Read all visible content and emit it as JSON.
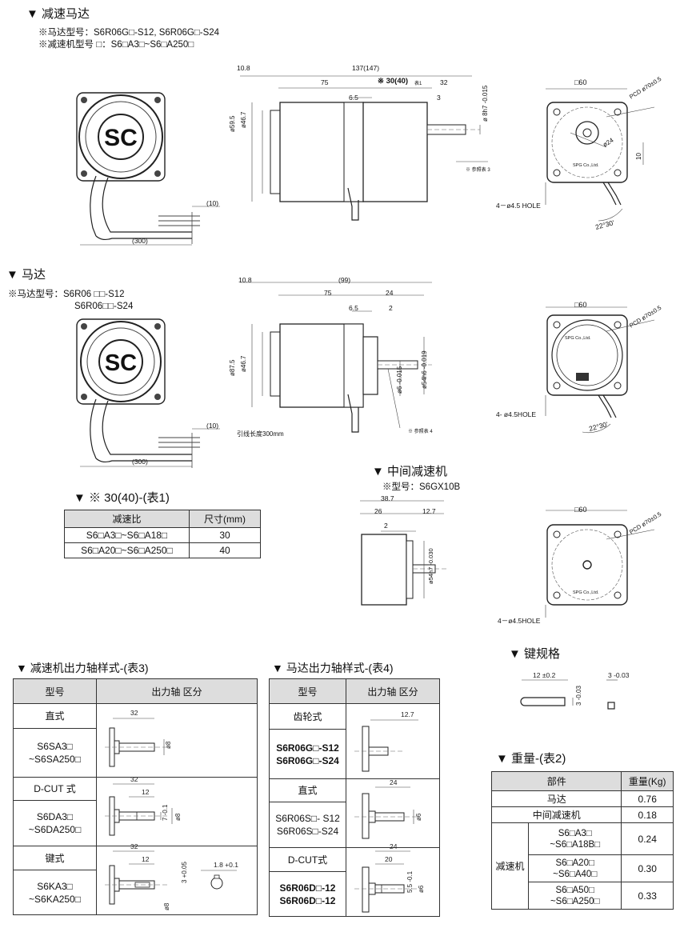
{
  "reducer_motor": {
    "title": "▼ 减速马达",
    "note1": "※马达型号：S6R06G□-S12, S6R06G□-S24",
    "note2": "※减速机型号 □：S6□A3□~S6□A250□",
    "side": {
      "d1": "10.8",
      "d2": "137(147)",
      "d3": "75",
      "d4": "※ 30(40)",
      "d4b": "表1",
      "d5": "32",
      "d6": "6.5",
      "d7": "3",
      "d8": "ø59.5",
      "d9": "ø46.7",
      "d10": "ø 8h7 -0.015",
      "d11": "※ 参照表 3"
    },
    "front": {
      "d1": "□60",
      "d2": "PCD ø70±0.5",
      "d3": "ø24",
      "d4": "10",
      "d5": "4－ø4.5 HOLE",
      "d6": "22°30'",
      "brand": "SPG Co.,Ltd."
    },
    "cable": {
      "d1": "(10)",
      "d2": "(300)"
    }
  },
  "motor": {
    "title": "▼ 马达",
    "note1": "※马达型号：S6R06 □□-S12",
    "note2": "S6R06□□-S24",
    "side": {
      "d1": "10.8",
      "d2": "(99)",
      "d3": "75",
      "d4": "24",
      "d5": "6.5",
      "d6": "2",
      "d7": "ø87.5",
      "d8": "ø46.7",
      "d9": "ø6 -0.015",
      "d10": "ø54h6 -0.019",
      "d11": "※ 参照表 4",
      "d12": "引线长度300mm"
    },
    "front": {
      "d1": "□60",
      "d2": "PCD ø70±0.5",
      "d3": "4- ø4.5HOLE",
      "d4": "22°30'",
      "brand": "SPG Co.,Ltd."
    },
    "cable": {
      "d1": "(10)",
      "d2": "(300)"
    }
  },
  "intermediate": {
    "title": "▼ 中间减速机",
    "note": "※型号：S6GX10B",
    "side": {
      "d1": "38.7",
      "d2": "26",
      "d3": "12.7",
      "d4": "2",
      "d5": "ø54h7 -0.030"
    },
    "front": {
      "d1": "□60",
      "d2": "PCD ø70±0.5",
      "d3": "4－ø4.5HOLE",
      "brand": "SPG Co.,Ltd."
    }
  },
  "table1": {
    "title": "▼ ※ 30(40)-(表1)",
    "headers": [
      "减速比",
      "尺寸(mm)"
    ],
    "rows": [
      [
        "S6□A3□~S6□A18□",
        "30"
      ],
      [
        "S6□A20□~S6□A250□",
        "40"
      ]
    ]
  },
  "table3": {
    "title": "▼ 减速机出力轴样式-(表3)",
    "headers": [
      "型号",
      "出力轴 区分"
    ],
    "rows": [
      {
        "name": "直式",
        "models": [
          "S6SA3□",
          "~S6SA250□"
        ],
        "dims": [
          "32",
          "ø8"
        ]
      },
      {
        "name": "D-CUT 式",
        "models": [
          "S6DA3□",
          "~S6DA250□"
        ],
        "dims": [
          "32",
          "12",
          "7 -0.1",
          "ø8"
        ]
      },
      {
        "name": "键式",
        "models": [
          "S6KA3□",
          "~S6KA250□"
        ],
        "dims": [
          "32",
          "12",
          "3 +0.05",
          "1.8 +0.1",
          "ø8"
        ]
      }
    ]
  },
  "table4": {
    "title": "▼ 马达出力轴样式-(表4)",
    "headers": [
      "型号",
      "出力轴 区分"
    ],
    "rows": [
      {
        "name": "齿轮式",
        "models": [
          "S6R06G□-S12",
          "S6R06G□-S24"
        ],
        "dims": [
          "12.7"
        ]
      },
      {
        "name": "直式",
        "models": [
          "S6R06S□- S12",
          "S6R06S□-S24"
        ],
        "dims": [
          "24",
          "ø6"
        ]
      },
      {
        "name": "D-CUT式",
        "models": [
          "S6R06D□-12",
          "S6R06D□-12"
        ],
        "dims": [
          "24",
          "20",
          "5.5 -0.1",
          "ø6"
        ]
      }
    ]
  },
  "key": {
    "title": "▼ 键规格",
    "dims": [
      "12 ±0.2",
      "3 -0.03",
      "3 -0.03"
    ]
  },
  "table2": {
    "title": "▼ 重量-(表2)",
    "headers": [
      "部件",
      "重量(Kg)"
    ],
    "rows": [
      {
        "part": "马达",
        "weight": "0.76"
      },
      {
        "part": "中间减速机",
        "weight": "0.18"
      }
    ],
    "group": "减速机",
    "subrows": [
      {
        "model": [
          "S6□A3□",
          "~S6□A18B□"
        ],
        "weight": "0.24"
      },
      {
        "model": [
          "S6□A20□",
          "~S6□A40□"
        ],
        "weight": "0.30"
      },
      {
        "model": [
          "S6□A50□",
          "~S6□A250□"
        ],
        "weight": "0.33"
      }
    ]
  }
}
